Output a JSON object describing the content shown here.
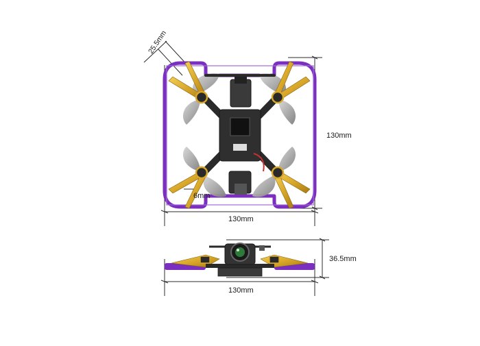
{
  "dimensions": {
    "top_width": "130mm",
    "top_height": "130mm",
    "prop_guard_gap": "6mm",
    "arm_diagonal": "25.5mm",
    "side_width": "130mm",
    "side_height": "36.5mm"
  },
  "colors": {
    "duct": "#7b2fbe",
    "arm_gold": "#d9a82a",
    "frame": "#2a2a2a",
    "propeller": "#9a9a9a",
    "dimension_line": "#2b2b2b"
  }
}
